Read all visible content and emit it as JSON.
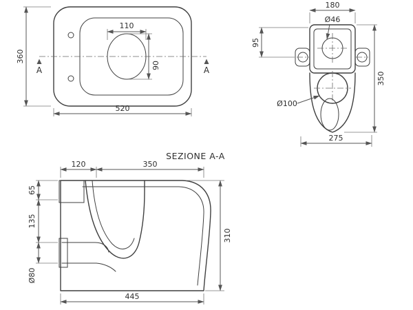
{
  "drawing": {
    "title": "SEZIONE A-A",
    "background": "#ffffff",
    "line_color": "#3f3f3f"
  },
  "plan_view": {
    "section_marker": "A",
    "dims": {
      "overall_width": "360",
      "overall_length": "520",
      "bowl_width": "110",
      "bowl_length": "90"
    }
  },
  "rear_view": {
    "dims": {
      "fixing_centres": "180",
      "inlet_diameter": "Ø46",
      "inlet_offset": "95",
      "overall_height": "350",
      "outlet_diameter": "Ø100",
      "overall_width": "275"
    }
  },
  "section_view": {
    "dims": {
      "front_offset": "120",
      "rear_length": "350",
      "rim_height": "65",
      "inlet_spacing": "135",
      "outlet_diameter": "Ø80",
      "overall_height": "310",
      "overall_length": "445"
    }
  }
}
